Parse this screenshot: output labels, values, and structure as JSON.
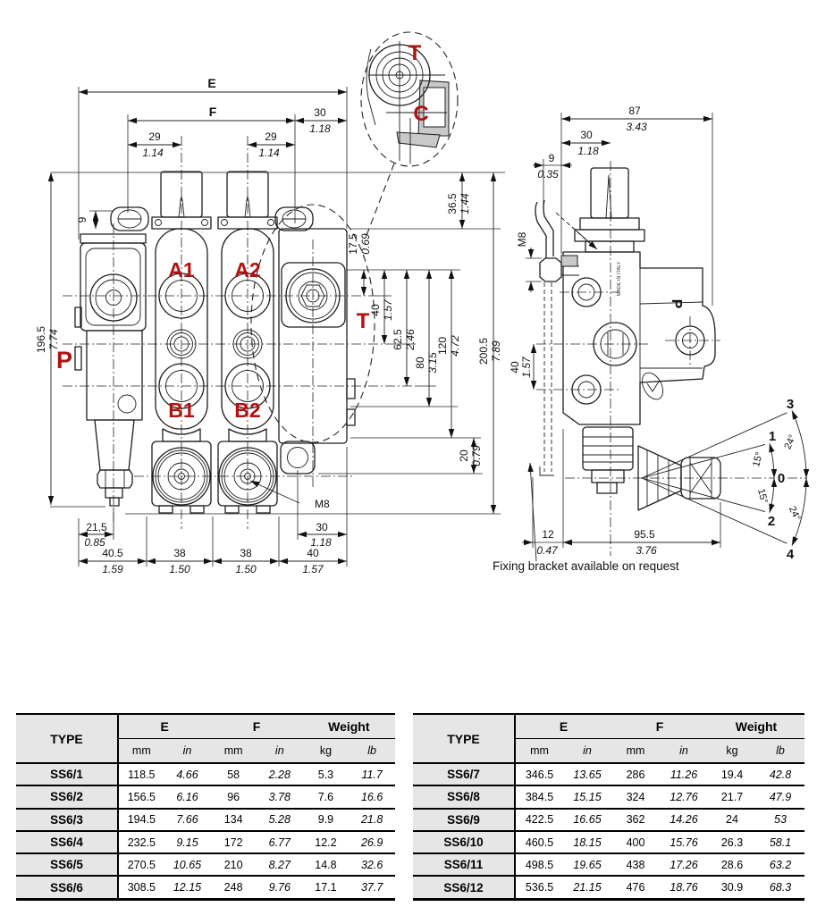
{
  "front": {
    "dim_e": "E",
    "dim_f": "F",
    "d30_top": {
      "mm": "30",
      "in": "1.18"
    },
    "d29_left": {
      "mm": "29",
      "in": "1.14"
    },
    "d29_right": {
      "mm": "29",
      "in": "1.14"
    },
    "d9": "9",
    "d196": {
      "mm": "196.5",
      "in": "7.74"
    },
    "d21": {
      "mm": "21,5",
      "in": "0.85"
    },
    "d40_5": {
      "mm": "40.5",
      "in": "1.59"
    },
    "d38_a": {
      "mm": "38",
      "in": "1.50"
    },
    "d38_b": {
      "mm": "38",
      "in": "1.50"
    },
    "d40_bot": {
      "mm": "40",
      "in": "1.57"
    },
    "d30_bot": {
      "mm": "30",
      "in": "1.18"
    },
    "m8": "M8",
    "d17": {
      "mm": "17.5",
      "in": "0.69"
    },
    "d40_r": {
      "mm": "40",
      "in": "1.57"
    },
    "d62": {
      "mm": "62.5",
      "in": "2.46"
    },
    "d80": {
      "mm": "80",
      "in": "3.15"
    },
    "d120": {
      "mm": "120",
      "in": "4.72"
    },
    "d200": {
      "mm": "200.5",
      "in": "7.89"
    },
    "d20": {
      "mm": "20",
      "in": "0.79"
    },
    "d36": {
      "mm": "36.5",
      "in": "1.44"
    },
    "ports": {
      "p": "P",
      "a1": "A1",
      "a2": "A2",
      "b1": "B1",
      "b2": "B2",
      "t": "T"
    }
  },
  "detail": {
    "t": "T",
    "c": "C"
  },
  "side": {
    "d87": {
      "mm": "87",
      "in": "3.43"
    },
    "d30": {
      "mm": "30",
      "in": "1.18"
    },
    "d9": {
      "mm": "9",
      "in": "0.35"
    },
    "m8": "M8",
    "d40": {
      "mm": "40",
      "in": "1.57"
    },
    "d12": {
      "mm": "12",
      "in": "0.47"
    },
    "d95": {
      "mm": "95.5",
      "in": "3.76"
    },
    "port_p": "P",
    "made_in": "MADE IN ITALY",
    "positions": {
      "p0": "0",
      "p1": "1",
      "p2": "2",
      "p3": "3",
      "p4": "4"
    },
    "angles": {
      "t15": "15°",
      "t24": "24°",
      "b15": "15°",
      "b24": "24°"
    },
    "note": "Fixing bracket available on request"
  },
  "tables": [
    {
      "type_header": "TYPE",
      "groups": [
        "E",
        "F",
        "Weight"
      ],
      "units": [
        "mm",
        "in",
        "mm",
        "in",
        "kg",
        "lb"
      ],
      "rows": [
        {
          "type": "SS6/1",
          "cells": [
            "118.5",
            "4.66",
            "58",
            "2.28",
            "5.3",
            "11.7"
          ]
        },
        {
          "type": "SS6/2",
          "cells": [
            "156.5",
            "6.16",
            "96",
            "3.78",
            "7.6",
            "16.6"
          ]
        },
        {
          "type": "SS6/3",
          "cells": [
            "194.5",
            "7.66",
            "134",
            "5.28",
            "9.9",
            "21.8"
          ]
        },
        {
          "type": "SS6/4",
          "cells": [
            "232.5",
            "9.15",
            "172",
            "6.77",
            "12.2",
            "26.9"
          ]
        },
        {
          "type": "SS6/5",
          "cells": [
            "270.5",
            "10.65",
            "210",
            "8.27",
            "14.8",
            "32.6"
          ]
        },
        {
          "type": "SS6/6",
          "cells": [
            "308.5",
            "12.15",
            "248",
            "9.76",
            "17.1",
            "37.7"
          ]
        }
      ]
    },
    {
      "type_header": "TYPE",
      "groups": [
        "E",
        "F",
        "Weight"
      ],
      "units": [
        "mm",
        "in",
        "mm",
        "in",
        "kg",
        "lb"
      ],
      "rows": [
        {
          "type": "SS6/7",
          "cells": [
            "346.5",
            "13.65",
            "286",
            "11.26",
            "19.4",
            "42.8"
          ]
        },
        {
          "type": "SS6/8",
          "cells": [
            "384.5",
            "15.15",
            "324",
            "12.76",
            "21.7",
            "47.9"
          ]
        },
        {
          "type": "SS6/9",
          "cells": [
            "422.5",
            "16.65",
            "362",
            "14.26",
            "24",
            "53"
          ]
        },
        {
          "type": "SS6/10",
          "cells": [
            "460.5",
            "18.15",
            "400",
            "15.76",
            "26.3",
            "58.1"
          ]
        },
        {
          "type": "SS6/11",
          "cells": [
            "498.5",
            "19.65",
            "438",
            "17.26",
            "28.6",
            "63.2"
          ]
        },
        {
          "type": "SS6/12",
          "cells": [
            "536.5",
            "21.15",
            "476",
            "18.76",
            "30.9",
            "68.3"
          ]
        }
      ]
    }
  ]
}
